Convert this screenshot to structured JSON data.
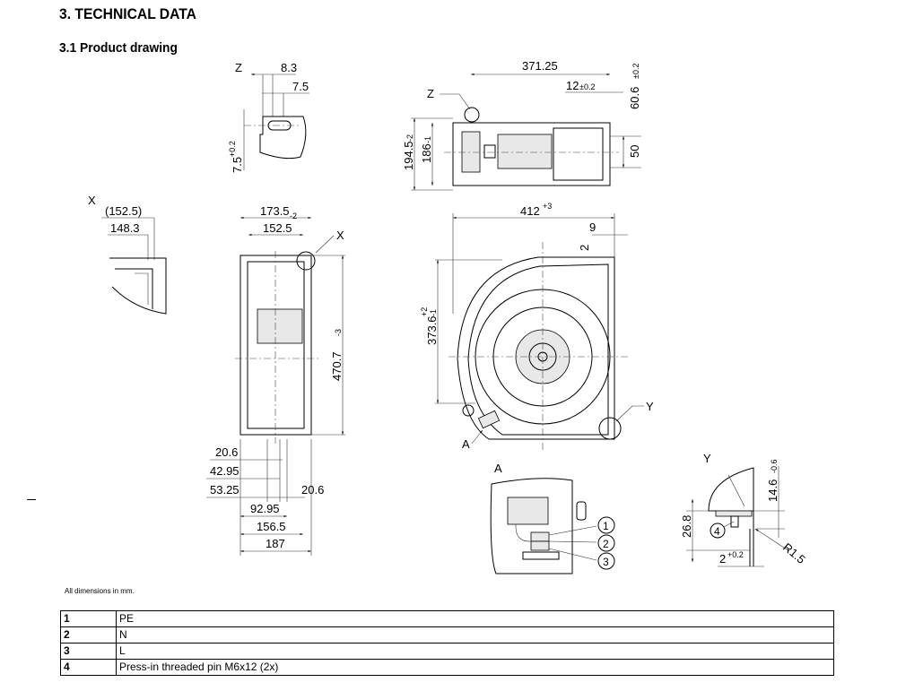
{
  "section_title": "3. TECHNICAL DATA",
  "subsection_title": "3.1 Product drawing",
  "units_note": "All dimensions in mm.",
  "drawing": {
    "detail_z": {
      "label": "Z",
      "dims": [
        "8.3",
        "7.5",
        "7.5",
        "+0.2"
      ]
    },
    "top_view": {
      "callout": "Z",
      "dims": [
        "371.25",
        "12",
        "±0.2",
        "60.6",
        "±0.2",
        "194.5",
        "-2",
        "186",
        "-1",
        "50"
      ]
    },
    "detail_x": {
      "label": "X",
      "dims": [
        "(152.5)",
        "148.3"
      ]
    },
    "side_view": {
      "callout": "X",
      "dims": [
        "173.5",
        "-2",
        "152.5",
        "470.7",
        "-3",
        "20.6",
        "42.95",
        "53.25",
        "20.6",
        "92.95",
        "156.5",
        "187"
      ]
    },
    "front_view": {
      "callouts": [
        "Y",
        "A"
      ],
      "dims": [
        "412",
        "+3",
        "9",
        "2",
        "373.6",
        "+2",
        "-1"
      ]
    },
    "view_a": {
      "label": "A",
      "items": [
        "1",
        "2",
        "3"
      ]
    },
    "detail_y": {
      "label": "Y",
      "item": "4",
      "dims": [
        "14.6",
        "-0.6",
        "26.8",
        "R1.5",
        "2",
        "+0.2"
      ]
    }
  },
  "legend_table": [
    {
      "no": "1",
      "desc": "PE"
    },
    {
      "no": "2",
      "desc": "N"
    },
    {
      "no": "3",
      "desc": "L"
    },
    {
      "no": "4",
      "desc": "Press-in threaded pin M6x12 (2x)"
    }
  ]
}
